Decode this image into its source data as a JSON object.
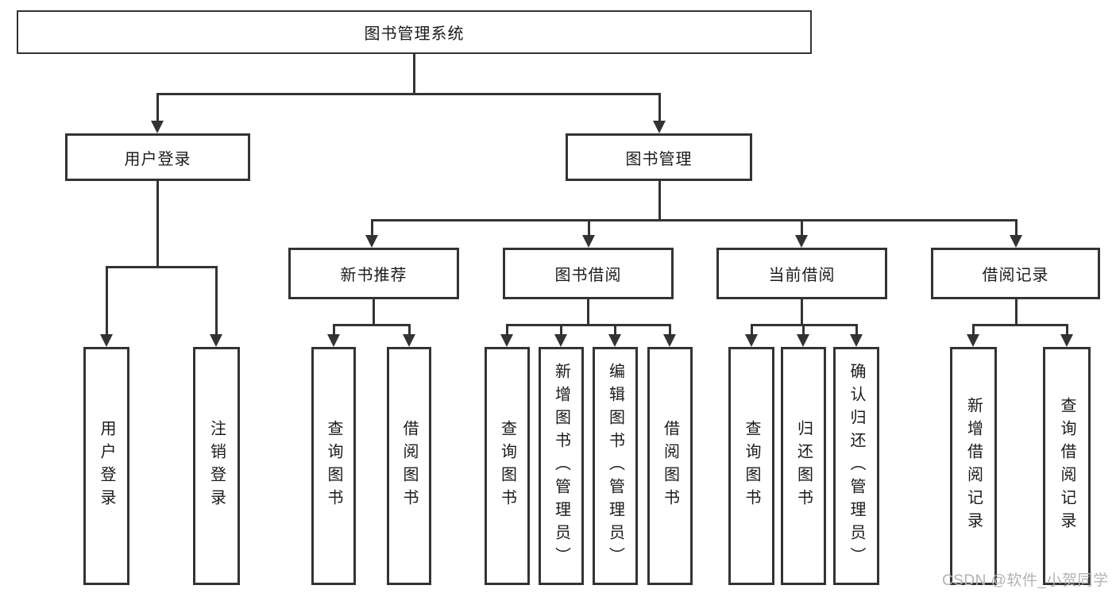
{
  "colors": {
    "line": "#333333",
    "text": "#1b1b1b",
    "background": "#ffffff",
    "watermark": "#b3b3b3"
  },
  "diagram": {
    "root": "图书管理系统",
    "branches": {
      "user_login": "用户登录",
      "book_management": "图书管理"
    },
    "modules": {
      "new_books": "新书推荐",
      "borrowing": "图书借阅",
      "current": "当前借阅",
      "history": "借阅记录"
    },
    "leaves": {
      "user_login": [
        "用户登录",
        "注销登录"
      ],
      "new_books": [
        "查询图书",
        "借阅图书"
      ],
      "borrowing": [
        "查询图书",
        "新增图书（管理员）",
        "编辑图书（管理员）",
        "借阅图书"
      ],
      "current": [
        "查询图书",
        "归还图书",
        "确认归还（管理员）"
      ],
      "history": [
        "新增借阅记录",
        "查询借阅记录"
      ]
    }
  },
  "watermark": "CSDN @软件_小贺同学"
}
